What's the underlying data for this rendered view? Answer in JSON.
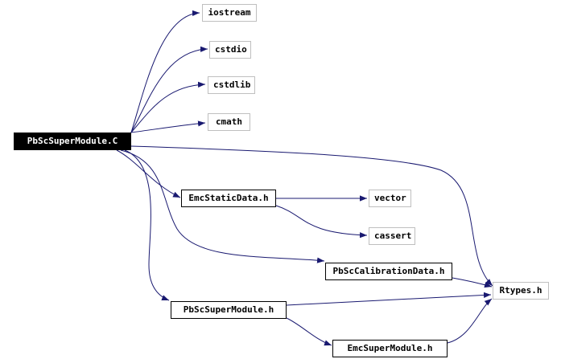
{
  "graph": {
    "root_file": "PbScSuperModule.C",
    "nodes": {
      "root": {
        "label": "PbScSuperModule.C",
        "kind": "root"
      },
      "iostream": {
        "label": "iostream",
        "kind": "system"
      },
      "cstdio": {
        "label": "cstdio",
        "kind": "system"
      },
      "cstdlib": {
        "label": "cstdlib",
        "kind": "system"
      },
      "cmath": {
        "label": "cmath",
        "kind": "system"
      },
      "emcstatic": {
        "label": "EmcStaticData.h",
        "kind": "local"
      },
      "vector": {
        "label": "vector",
        "kind": "system"
      },
      "cassert": {
        "label": "cassert",
        "kind": "system"
      },
      "calib": {
        "label": "PbScCalibrationData.h",
        "kind": "local"
      },
      "rtypes": {
        "label": "Rtypes.h",
        "kind": "system"
      },
      "pbscsuper": {
        "label": "PbScSuperModule.h",
        "kind": "local"
      },
      "emcsuper": {
        "label": "EmcSuperModule.h",
        "kind": "local"
      }
    },
    "edges": [
      [
        "root",
        "iostream"
      ],
      [
        "root",
        "cstdio"
      ],
      [
        "root",
        "cstdlib"
      ],
      [
        "root",
        "cmath"
      ],
      [
        "root",
        "rtypes"
      ],
      [
        "root",
        "emcstatic"
      ],
      [
        "root",
        "calib"
      ],
      [
        "root",
        "pbscsuper"
      ],
      [
        "emcstatic",
        "vector"
      ],
      [
        "emcstatic",
        "cassert"
      ],
      [
        "calib",
        "rtypes"
      ],
      [
        "pbscsuper",
        "rtypes"
      ],
      [
        "pbscsuper",
        "emcsuper"
      ],
      [
        "emcsuper",
        "rtypes"
      ]
    ],
    "colors": {
      "edge": "#191970",
      "root_fill": "#000000",
      "root_text": "#ffffff",
      "local_border": "#000000",
      "system_border": "#bfbfbf"
    }
  }
}
